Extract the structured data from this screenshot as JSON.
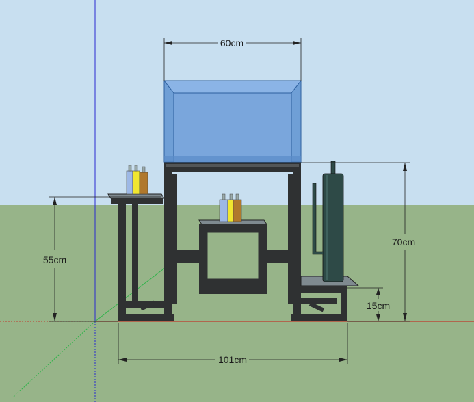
{
  "dimensions": {
    "tank_width": "60cm",
    "total_width": "101cm",
    "side_shelf_height": "55cm",
    "stand_height": "70cm",
    "sump_shelf_height": "15cm"
  },
  "colors": {
    "sky": "#c8dff0",
    "ground": "#97b489",
    "frame": "#2f3132",
    "water": "#6f9fd6",
    "glass_edge": "#2c5f9e",
    "axis_red": "#c0392b",
    "axis_blue": "#2a2ad0",
    "axis_green": "#2fb34a",
    "reactor": "#2e4a47",
    "bottle_blue": "#9db8e6",
    "bottle_yellow": "#f0e630",
    "bottle_brown": "#b0782c"
  }
}
